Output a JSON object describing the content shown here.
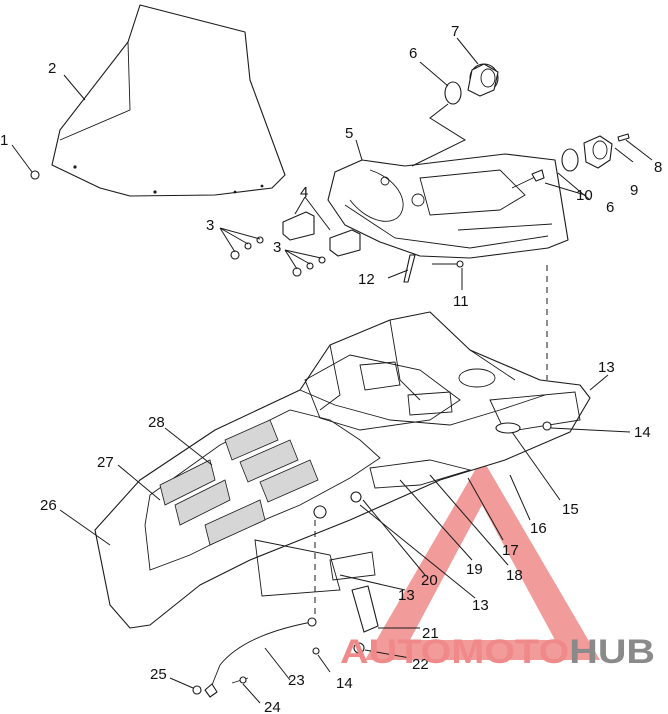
{
  "callouts": [
    {
      "label": "1"
    },
    {
      "label": "2"
    },
    {
      "label": "3"
    },
    {
      "label": "3"
    },
    {
      "label": "4"
    },
    {
      "label": "5"
    },
    {
      "label": "6"
    },
    {
      "label": "6"
    },
    {
      "label": "7"
    },
    {
      "label": "8"
    },
    {
      "label": "9"
    },
    {
      "label": "10"
    },
    {
      "label": "11"
    },
    {
      "label": "12"
    },
    {
      "label": "13"
    },
    {
      "label": "13"
    },
    {
      "label": "13"
    },
    {
      "label": "14"
    },
    {
      "label": "14"
    },
    {
      "label": "15"
    },
    {
      "label": "16"
    },
    {
      "label": "17"
    },
    {
      "label": "18"
    },
    {
      "label": "19"
    },
    {
      "label": "20"
    },
    {
      "label": "21"
    },
    {
      "label": "22"
    },
    {
      "label": "23"
    },
    {
      "label": "24"
    },
    {
      "label": "25"
    },
    {
      "label": "26"
    },
    {
      "label": "27"
    },
    {
      "label": "28"
    }
  ],
  "watermark": {
    "text_auto": "AUTO",
    "text_moto": "MOTO",
    "text_hub": "HUB",
    "accent_color": "#f08a8a",
    "hub_color": "#8a8a8a"
  }
}
